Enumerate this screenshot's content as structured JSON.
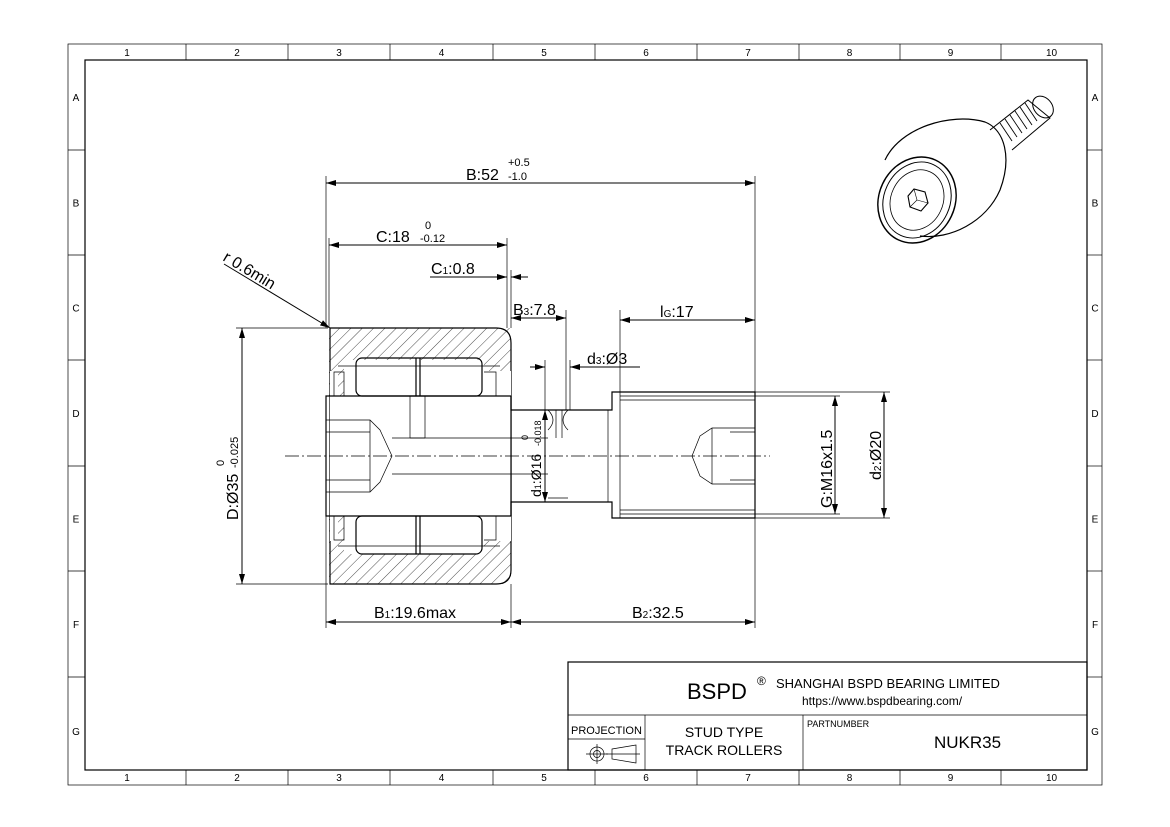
{
  "frame": {
    "col_labels": [
      "1",
      "2",
      "3",
      "4",
      "5",
      "6",
      "7",
      "8",
      "9",
      "10"
    ],
    "row_labels": [
      "A",
      "B",
      "C",
      "D",
      "E",
      "F",
      "G"
    ]
  },
  "dims": {
    "B_main": "B:52",
    "B_tol_up": "+0.5",
    "B_tol_lo": "-1.0",
    "C_main": "C:18",
    "C_tol_up": "0",
    "C_tol_lo": "-0.12",
    "C1_pre": "C",
    "C1_sub": "1",
    "C1_val": ":0.8",
    "r": "r 0.6min",
    "B3_pre": "B",
    "B3_sub": "3",
    "B3_val": ":7.8",
    "lG_pre": "l",
    "lG_sub": "G",
    "lG_val": ":17",
    "d3_pre": "d",
    "d3_sub": "3",
    "d3_val": ":Ø3",
    "D_main": "D:Ø35",
    "D_tol_up": "0",
    "D_tol_lo": "-0.025",
    "d1_pre": "d",
    "d1_sub": "1",
    "d1_main": ":Ø16",
    "d1_tol_up": "0",
    "d1_tol_lo": "-0.018",
    "G": "G:M16x1.5",
    "d2_pre": "d",
    "d2_sub": "2",
    "d2_val": ":Ø20",
    "B1_pre": "B",
    "B1_sub": "1",
    "B1_val": ":19.6max",
    "B2_pre": "B",
    "B2_sub": "2",
    "B2_val": ":32.5"
  },
  "title_block": {
    "brand": "BSPD",
    "registered": "®",
    "company": "SHANGHAI BSPD BEARING LIMITED",
    "website": "https://www.bspdbearing.com/",
    "projection_label": "PROJECTION",
    "product_line1": "STUD TYPE",
    "product_line2": "TRACK ROLLERS",
    "partnumber_label": "PARTNUMBER",
    "partnumber": "NUKR35"
  }
}
